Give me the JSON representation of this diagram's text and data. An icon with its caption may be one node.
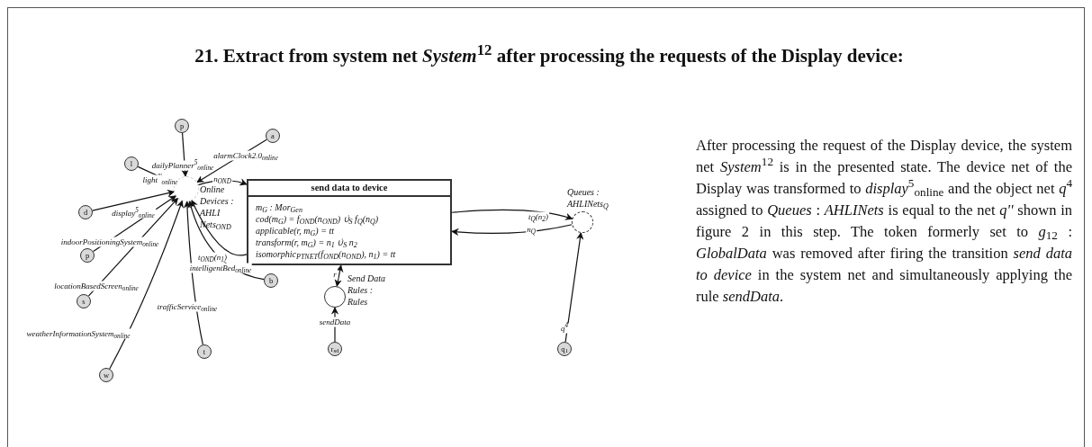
{
  "diagram": {
    "title": "21. Extract from system net *System*$^{12}$ after processing the requests of the Display device:",
    "nodes": [
      {
        "text": [],
        "shape": "circle",
        "beside": [
          "Online Devices : AHLI Nets$_{OND}$"
        ]
      },
      {
        "text": [
          "send data to device",
          "m$_{G}$ : Mor$_{Gen}$",
          "cod(m$_{G}$) = f$_{OND}$(n$_{OND}$) ∪̇$_{S}$ f$_{Q}$(n$_{Q}$)",
          "applicable(r, m$_{G}$) = tt",
          "transform(r, m$_{G}$) = n$_{1}$ ∪̇$_{S}$ n$_{2}$",
          "isomorphic$_{PTNET}$(f$_{OND}$(n$_{OND}$), n$_{1}$) = tt"
        ]
      },
      {
        "text": [],
        "shape": "circle",
        "beside": [
          "Queues : AHLINets$_{Q}$"
        ]
      },
      {
        "text": [],
        "shape": "circle",
        "beside": [
          "Send Data Rules : Rules"
        ]
      },
      {
        "text": [
          "p"
        ]
      },
      {
        "text": [
          "l"
        ]
      },
      {
        "text": [
          "a"
        ]
      },
      {
        "text": [
          "d"
        ]
      },
      {
        "text": [
          "p"
        ]
      },
      {
        "text": [
          "s"
        ]
      },
      {
        "text": [
          "w"
        ]
      },
      {
        "text": [
          "t"
        ]
      },
      {
        "text": [
          "b"
        ]
      },
      {
        "text": [
          "q$_{1}$"
        ]
      },
      {
        "text": [
          "r$_{sd}$"
        ]
      }
    ],
    "edges": [
      {
        "from": 4,
        "to": 0,
        "arrow": "to",
        "label": "dailyPlanner$^{5}$$_{online}$"
      },
      {
        "from": 5,
        "to": 0,
        "arrow": "to",
        "label": "light$^{'''}$$_{online}$"
      },
      {
        "from": 6,
        "to": 0,
        "arrow": "to",
        "label": "alarmClock2.0$_{online}$"
      },
      {
        "from": 7,
        "to": 0,
        "arrow": "to",
        "label": "display$^{5}$$_{online}$"
      },
      {
        "from": 8,
        "to": 0,
        "arrow": "to",
        "label": "indoorPositioningSystem$_{online}$"
      },
      {
        "from": 9,
        "to": 0,
        "arrow": "to",
        "label": "locationBasedScreen$_{online}$"
      },
      {
        "from": 10,
        "to": 0,
        "arrow": "to",
        "label": "weatherInformationSystem$_{online}$"
      },
      {
        "from": 11,
        "to": 0,
        "arrow": "to",
        "label": "trafficService$_{online}$"
      },
      {
        "from": 12,
        "to": 0,
        "arrow": "to",
        "label": "intelligentBed$_{online}$"
      },
      {
        "from": 0,
        "to": 1,
        "arrow": "to",
        "label": "n$_{OND}$"
      },
      {
        "from": 1,
        "to": 0,
        "arrow": "to",
        "label": "t$_{OND}$(n$_{1}$)"
      },
      {
        "from": 1,
        "to": 2,
        "arrow": "to",
        "label": "t$_{Q}$(n$_{2}$)"
      },
      {
        "from": 2,
        "to": 1,
        "arrow": "to",
        "label": "n$_{Q}$"
      },
      {
        "from": 13,
        "to": 2,
        "arrow": "to",
        "label": "q$^{4}$"
      },
      {
        "from": 3,
        "to": 1,
        "arrow": "both",
        "label": "r"
      },
      {
        "from": 14,
        "to": 3,
        "arrow": "to",
        "label": "sendData"
      }
    ],
    "labels": [
      "After processing the request of the Display device, the system net *System*$^{12}$ is in the presented state. The device net of the Display was transformed to *display*$^{5}$$_{online}$ and the object net *q*$^{4}$ assigned to *Queues* : *AHLINets* is equal to the net *q''* shown in figure 2 in this step. The token formerly set to *g*$_{12}$ : *GlobalData* was removed after firing the transition *send data to device* in the system net and simultaneously applying the rule *sendData*."
    ]
  }
}
